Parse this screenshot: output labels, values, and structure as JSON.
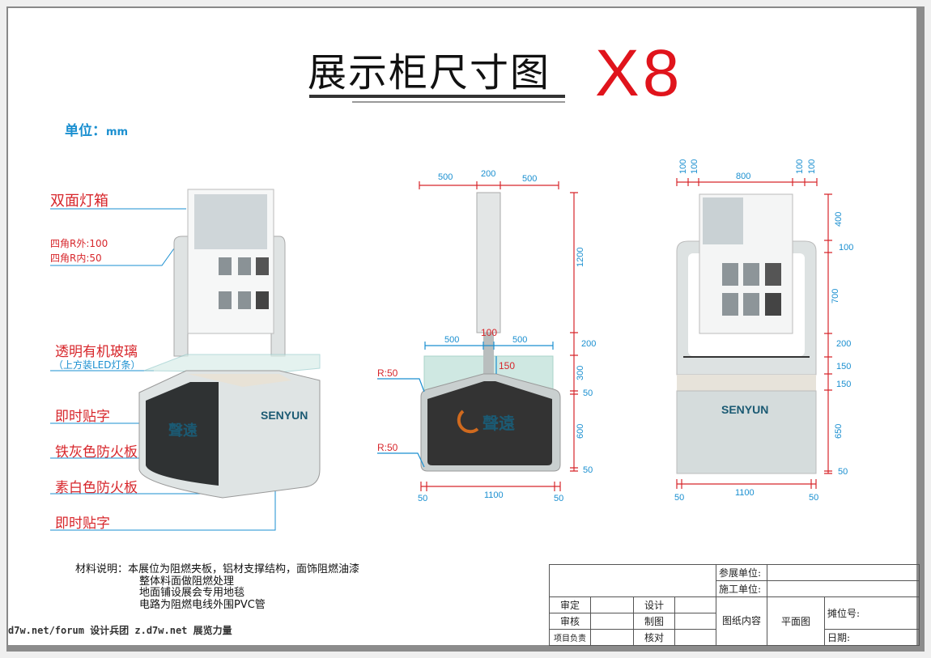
{
  "title": "展示柜尺寸图",
  "model": "X8",
  "unit_label": "单位：",
  "unit_value": "mm",
  "callouts": {
    "lightbox": "双面灯箱",
    "corner_outer": "四角R外:100",
    "corner_inner": "四角R内:50",
    "acrylic": "透明有机玻璃",
    "acrylic_note": "（上方装LED灯条）",
    "sticker_1": "即时贴字",
    "iron_gray": "铁灰色防火板",
    "plain_white": "素白色防火板",
    "sticker_2": "即时贴字"
  },
  "brand": {
    "name_en": "SENYUN",
    "name_cn": "聲遠"
  },
  "side_view": {
    "top_widths": [
      "500",
      "200",
      "500"
    ],
    "mid_widths": [
      "500",
      "500"
    ],
    "stem_width": "100",
    "stem_height": "150",
    "heights": [
      "1200",
      "200",
      "300",
      "50",
      "600",
      "50"
    ],
    "radius_top": "R:50",
    "radius_bottom": "R:50",
    "bottom_widths": [
      "50",
      "1100",
      "50"
    ]
  },
  "front_view": {
    "top_widths": [
      "100",
      "100",
      "800",
      "100",
      "100"
    ],
    "heights": [
      "400",
      "100",
      "700",
      "200",
      "150",
      "150",
      "650",
      "50"
    ],
    "bottom_widths": [
      "50",
      "1100",
      "50"
    ]
  },
  "materials": {
    "label": "材料说明：",
    "lines": [
      "本展位为阻燃夹板，铝材支撑结构，面饰阻燃油漆",
      "整体料面做阻燃处理",
      "地面铺设展会专用地毯",
      "电路为阻燃电线外围PVC管"
    ]
  },
  "watermark": "d7w.net/forum 设计兵团 z.d7w.net 展览力量",
  "title_block": {
    "exhibitor": "参展单位:",
    "contractor": "施工单位:",
    "approve": "审定",
    "design": "设计",
    "review": "审核",
    "drawing": "制图",
    "project_lead": "项目负责",
    "check": "核对",
    "content_label": "图纸内容",
    "content_value": "平面图",
    "booth_no": "摊位号:",
    "date": "日期:"
  },
  "colors": {
    "red": "#d7262b",
    "blue": "#1a8fd0",
    "brand_teal": "#1b5a73",
    "dark_panel": "#333333"
  }
}
